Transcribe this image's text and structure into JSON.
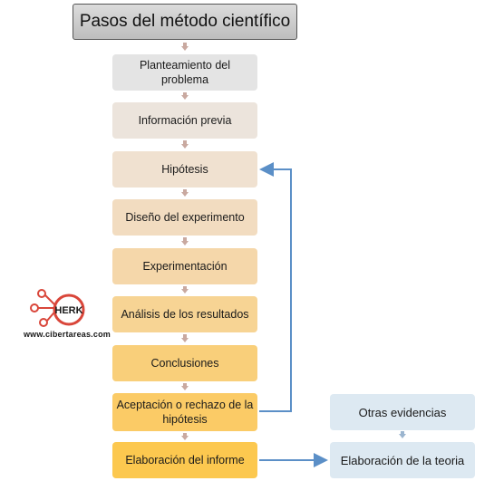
{
  "title": "Pasos del método científico",
  "steps": [
    "Planteamiento del problema",
    "Información previa",
    "Hipótesis",
    "Diseño del experimento",
    "Experimentación",
    "Análisis de los resultados",
    "Conclusiones",
    "Aceptación o rechazo de la hipótesis",
    "Elaboración del informe"
  ],
  "side_boxes": {
    "other_evidence": "Otras evidencias",
    "theory": "Elaboración de la teoria"
  },
  "logo": {
    "text": "HERK",
    "url": "www.cibertareas.com"
  },
  "colors": {
    "arrow": "#5b8fc7",
    "small_arrow": "#c9a9a0",
    "step_gradient": [
      "#e6e6e6",
      "#f0e3d6",
      "#f5dfc0",
      "#f6d796",
      "#f7cc5e"
    ],
    "side_boxes": "#dde9f2"
  }
}
